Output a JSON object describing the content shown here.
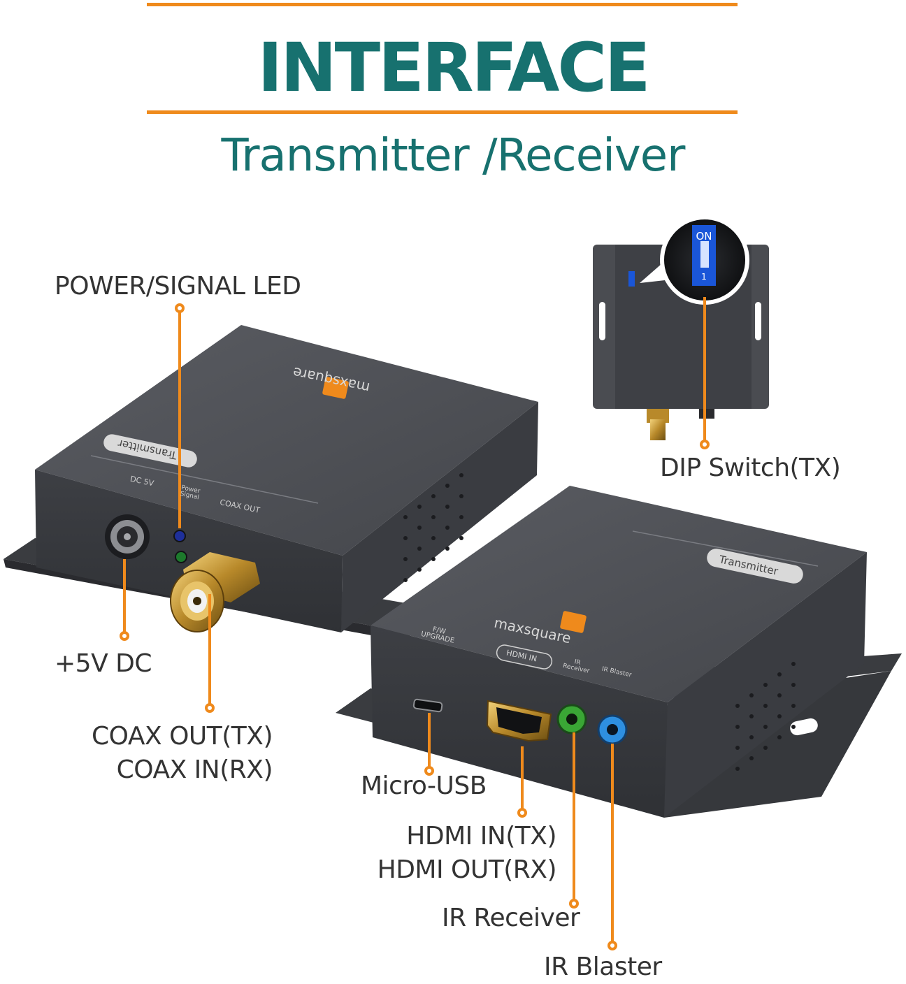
{
  "header": {
    "title": "INTERFACE",
    "subtitle": "Transmitter /Receiver"
  },
  "callouts": {
    "power_led": "POWER/SIGNAL LED",
    "dip_switch": "DIP Switch(TX)",
    "dc_power": "+5V DC",
    "coax_out": "COAX OUT(TX)",
    "coax_in": "COAX IN(RX)",
    "micro_usb": "Micro-USB",
    "hdmi_in": "HDMI IN(TX)",
    "hdmi_out": "HDMI OUT(RX)",
    "ir_receiver": "IR Receiver",
    "ir_blaster": "IR Blaster"
  },
  "device_markings": {
    "brand": "maxsquare",
    "unit_label": "Transmitter",
    "dc_5v": "DC 5V",
    "power_signal": "Power Signal",
    "coax_out": "COAX OUT",
    "fw_upgrade": "F/W UPGRADE",
    "hdmi_in": "HDMI IN",
    "ir_receiver": "IR Receiver",
    "ir_blaster": "IR Blaster",
    "dip_on": "ON",
    "dip_position": "1"
  },
  "colors": {
    "accent_orange": "#ef8a1c",
    "title_teal": "#17716f",
    "device_gray": "#4a4c51",
    "dip_blue": "#1a56d8"
  }
}
